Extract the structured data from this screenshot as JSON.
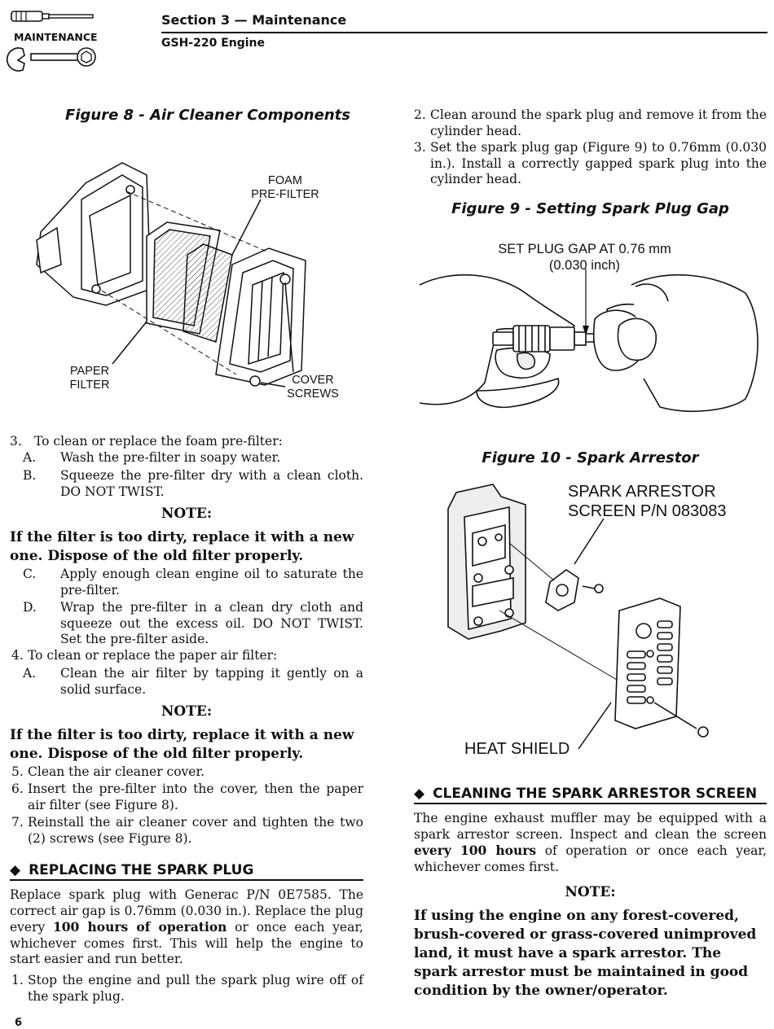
{
  "header": {
    "badge": "MAINTENANCE",
    "section": "Section 3 — Maintenance",
    "engine": "GSH-220 Engine"
  },
  "figure8": {
    "title": "Figure 8 - Air Cleaner Components",
    "label_foam_1": "FOAM",
    "label_foam_2": "PRE-FILTER",
    "label_paper_1": "PAPER",
    "label_paper_2": "FILTER",
    "label_cover_1": "COVER",
    "label_cover_2": "SCREWS"
  },
  "left": {
    "step3": {
      "num": "3.",
      "text": "To clean or replace the foam pre-filter:"
    },
    "step3A": {
      "num": "A.",
      "text": "Wash the pre-filter in soapy water."
    },
    "step3B": {
      "num": "B.",
      "text": "Squeeze the pre-filter dry with a clean cloth. DO NOT TWIST."
    },
    "note1_heading": "NOTE:",
    "note1_text": "If the filter is too dirty, replace it with a new one. Dispose of the old filter properly.",
    "step3C": {
      "num": "C.",
      "text": "Apply enough clean engine oil to saturate the pre-filter."
    },
    "step3D": {
      "num": "D.",
      "text": "Wrap the pre-filter in a clean dry cloth and squeeze out the excess oil. DO NOT TWIST. Set the pre-filter aside."
    },
    "step4": {
      "num": "4.",
      "text": "To clean or replace the paper air filter:"
    },
    "step4A": {
      "num": "A.",
      "text": "Clean the air filter by tapping it gently on a solid surface."
    },
    "note2_heading": "NOTE:",
    "note2_text": "If the filter is too dirty, replace it with a new one. Dispose of the old filter properly.",
    "step5": {
      "num": "5.",
      "text": "Clean the air cleaner cover."
    },
    "step6": {
      "num": "6.",
      "text": "Insert the pre-filter into the cover, then the paper air filter (see Figure 8)."
    },
    "step7": {
      "num": "7.",
      "text": "Reinstall the air cleaner cover and tighten the two (2) screws (see Figure 8)."
    },
    "spark_heading": "REPLACING THE SPARK PLUG",
    "spark_para_1": "Replace spark plug with Generac P/N 0E7585. The correct air gap is 0.76mm (0.030 in.). Replace the plug every ",
    "spark_para_bold": "100 hours of operation",
    "spark_para_2": " or once each year, whichever comes first. This will help the engine to start easier and run better.",
    "spark1": {
      "num": "1.",
      "text": "Stop the engine and pull the spark plug wire off of the spark plug."
    }
  },
  "right": {
    "spark2": {
      "num": "2.",
      "text": "Clean around the spark plug and remove it from the cylinder head."
    },
    "spark3": {
      "num": "3.",
      "text": "Set the spark plug gap (Figure 9) to 0.76mm (0.030 in.). Install a correctly gapped spark plug into the cylinder head."
    },
    "figure9": {
      "title": "Figure 9 - Setting Spark Plug Gap",
      "label_1": "SET PLUG GAP AT 0.76 mm",
      "label_2": "(0.030 inch)"
    },
    "figure10": {
      "title": "Figure 10 - Spark Arrestor",
      "label_screen_1": "SPARK ARRESTOR",
      "label_screen_2": "SCREEN P/N 083083",
      "label_shield": "HEAT SHIELD"
    },
    "arrestor_heading": "CLEANING THE SPARK ARRESTOR SCREEN",
    "arrestor_para_1": "The engine exhaust muffler may be equipped with a spark arrestor screen. Inspect and clean the screen ",
    "arrestor_para_bold": "every 100 hours",
    "arrestor_para_2": " of operation or once each year, whichever comes first.",
    "note3_heading": "NOTE:",
    "note3_text": "If using the engine on any forest-covered, brush-covered or grass-covered unimproved land, it must have a spark arrestor. The spark arrestor must be maintained in good condition by the owner/operator."
  },
  "footer": {
    "page_number": "6"
  }
}
